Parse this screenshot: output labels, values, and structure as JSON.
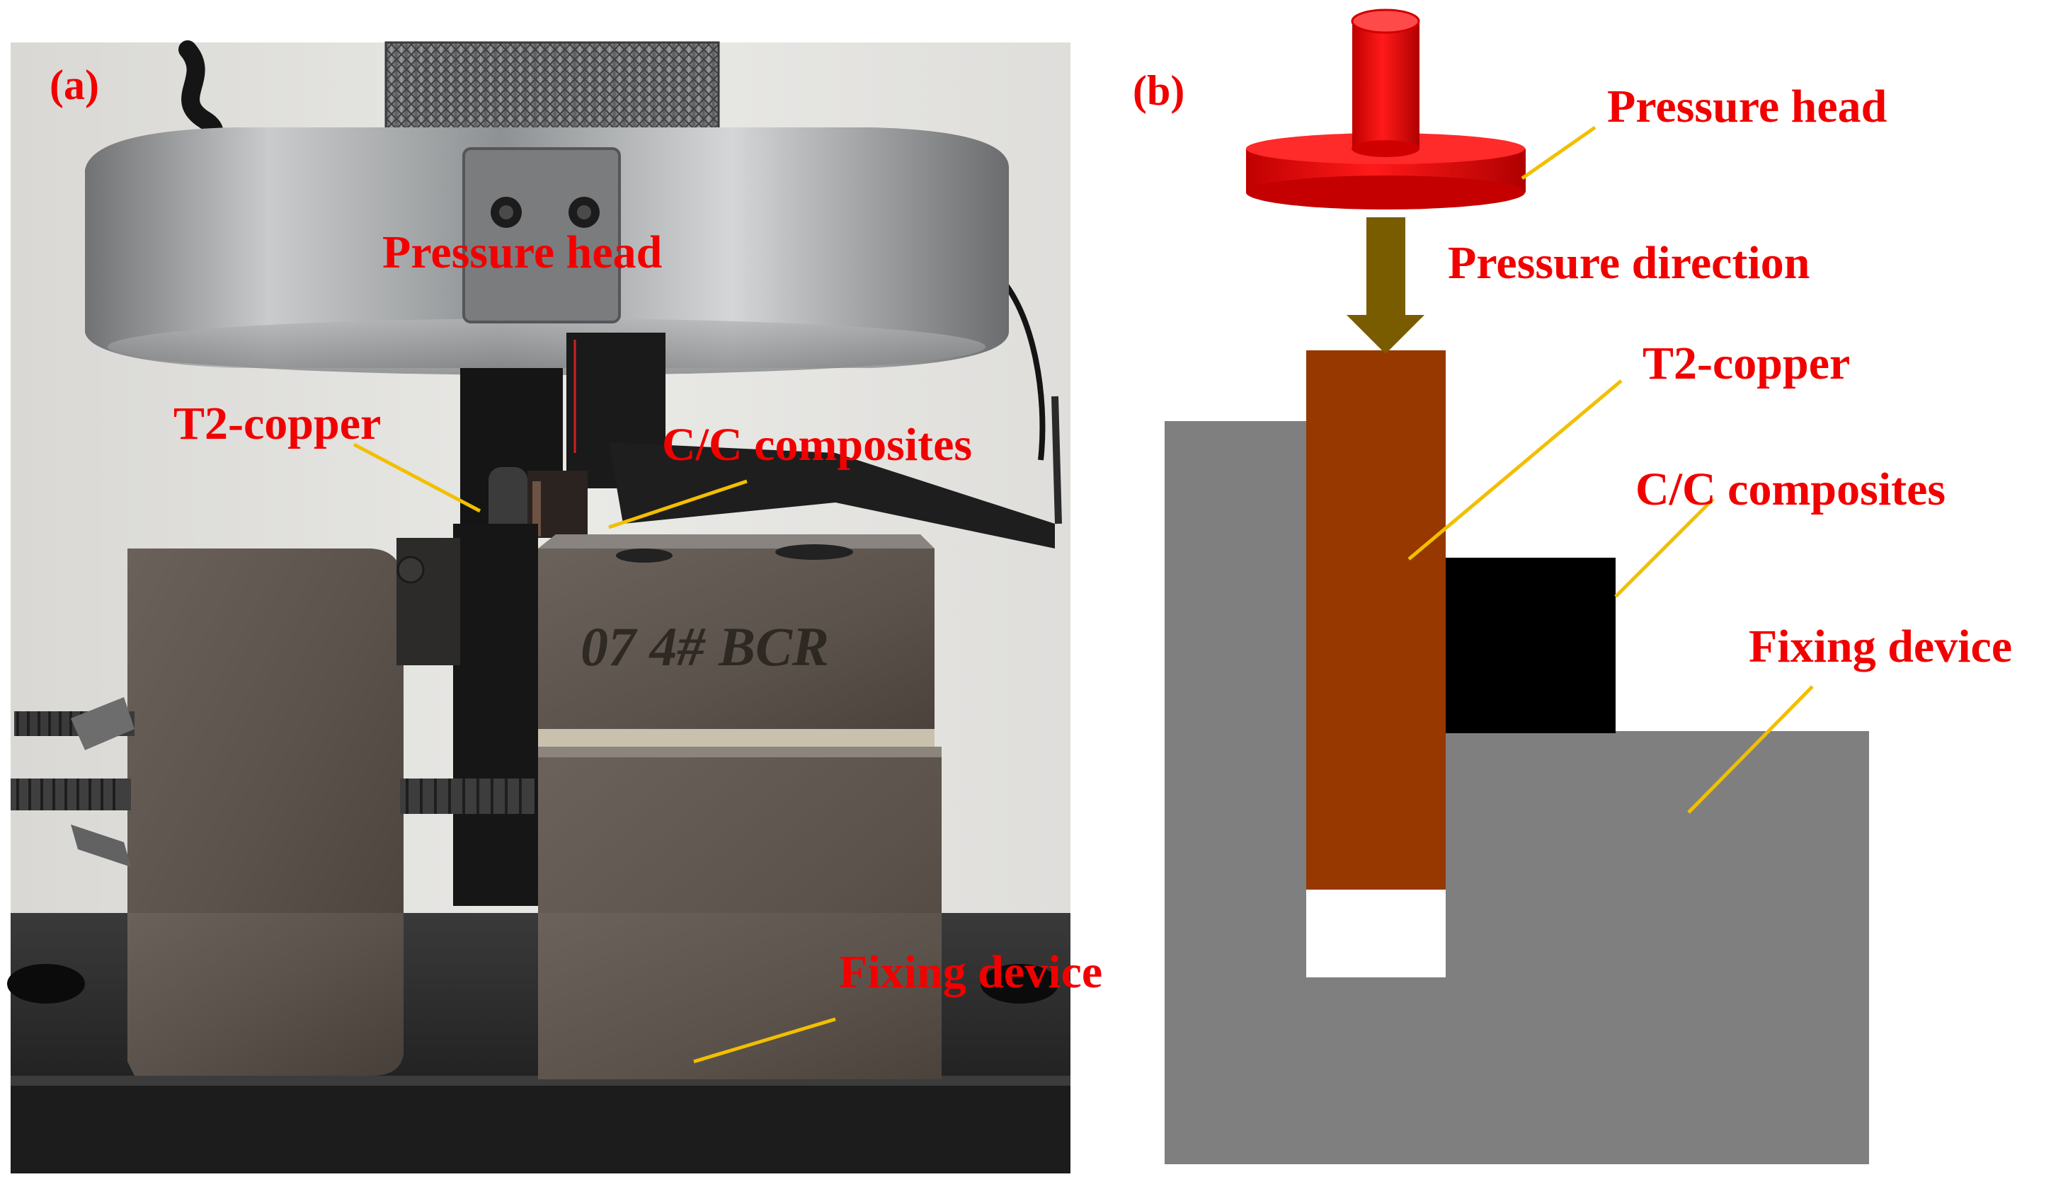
{
  "panel_a": {
    "letter": "(a)",
    "labels": {
      "pressure_head": "Pressure head",
      "t2_copper": "T2-copper",
      "cc_composites": "C/C composites",
      "fixing_device": "Fixing device"
    },
    "handwriting": "07 4# BCR"
  },
  "panel_b": {
    "letter": "(b)",
    "labels": {
      "pressure_head": "Pressure head",
      "pressure_direction": "Pressure direction",
      "t2_copper": "T2-copper",
      "cc_composites": "C/C composites",
      "fixing_device": "Fixing device"
    }
  },
  "colors": {
    "label_red": "#f20000",
    "leader_gold": "#f2bf00",
    "pressure_head_red": "#e00000",
    "arrow_brown": "#7a5c00",
    "copper_brown": "#973800",
    "composite_black": "#000000",
    "fixture_gray": "#7f7f7f"
  }
}
